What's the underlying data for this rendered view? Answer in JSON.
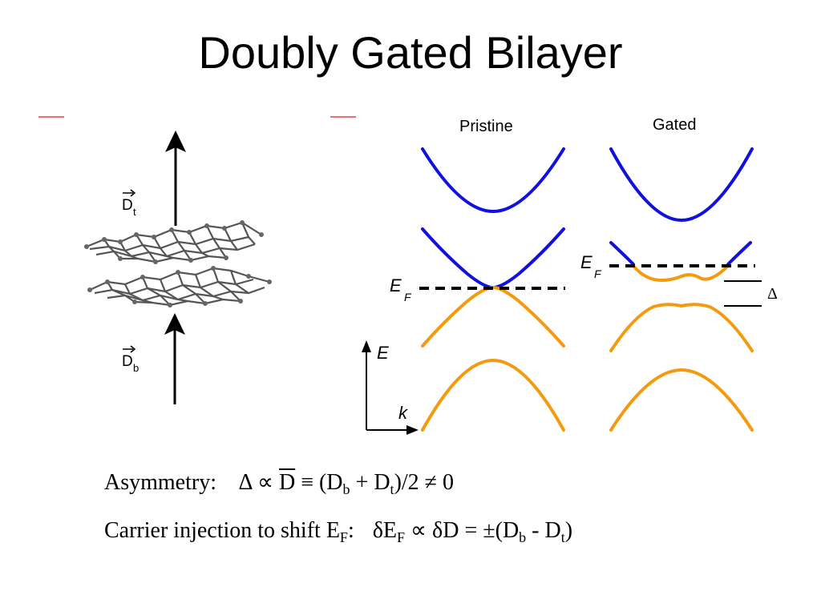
{
  "slide": {
    "title": "Doubly Gated Bilayer"
  },
  "figure": {
    "left": {
      "field_top_label": "D",
      "field_top_sub": "t",
      "field_bottom_label": "D",
      "field_bottom_sub": "b"
    },
    "bands": {
      "pristine_label": "Pristine",
      "gated_label": "Gated",
      "ef_pristine": "E",
      "ef_pristine_sub": "F",
      "ef_gated": "E",
      "ef_gated_sub": "F",
      "gap_label": "Δ",
      "axis_e": "E",
      "axis_k": "k",
      "conduction_color": "#1010e0",
      "valence_color": "#f59a0f"
    }
  },
  "equations": {
    "line1": {
      "label": "Asymmetry:",
      "delta": "Δ",
      "propto": "∝",
      "dbar": "D",
      "equiv": "≡",
      "open": "(D",
      "sub_b": "b",
      "plus": " + D",
      "sub_t": "t",
      "close": ")/2",
      "neq": "≠",
      "zero": "0"
    },
    "line2": {
      "label": "Carrier injection to shift E",
      "label_sub": "F",
      "colon": ":",
      "lhs": "δE",
      "lhs_sub": "F",
      "propto": "∝",
      "rhs": "δD = ±(D",
      "rhs_sub_b": "b",
      "minus": " - D",
      "rhs_sub_t": "t",
      "close": ")"
    }
  }
}
